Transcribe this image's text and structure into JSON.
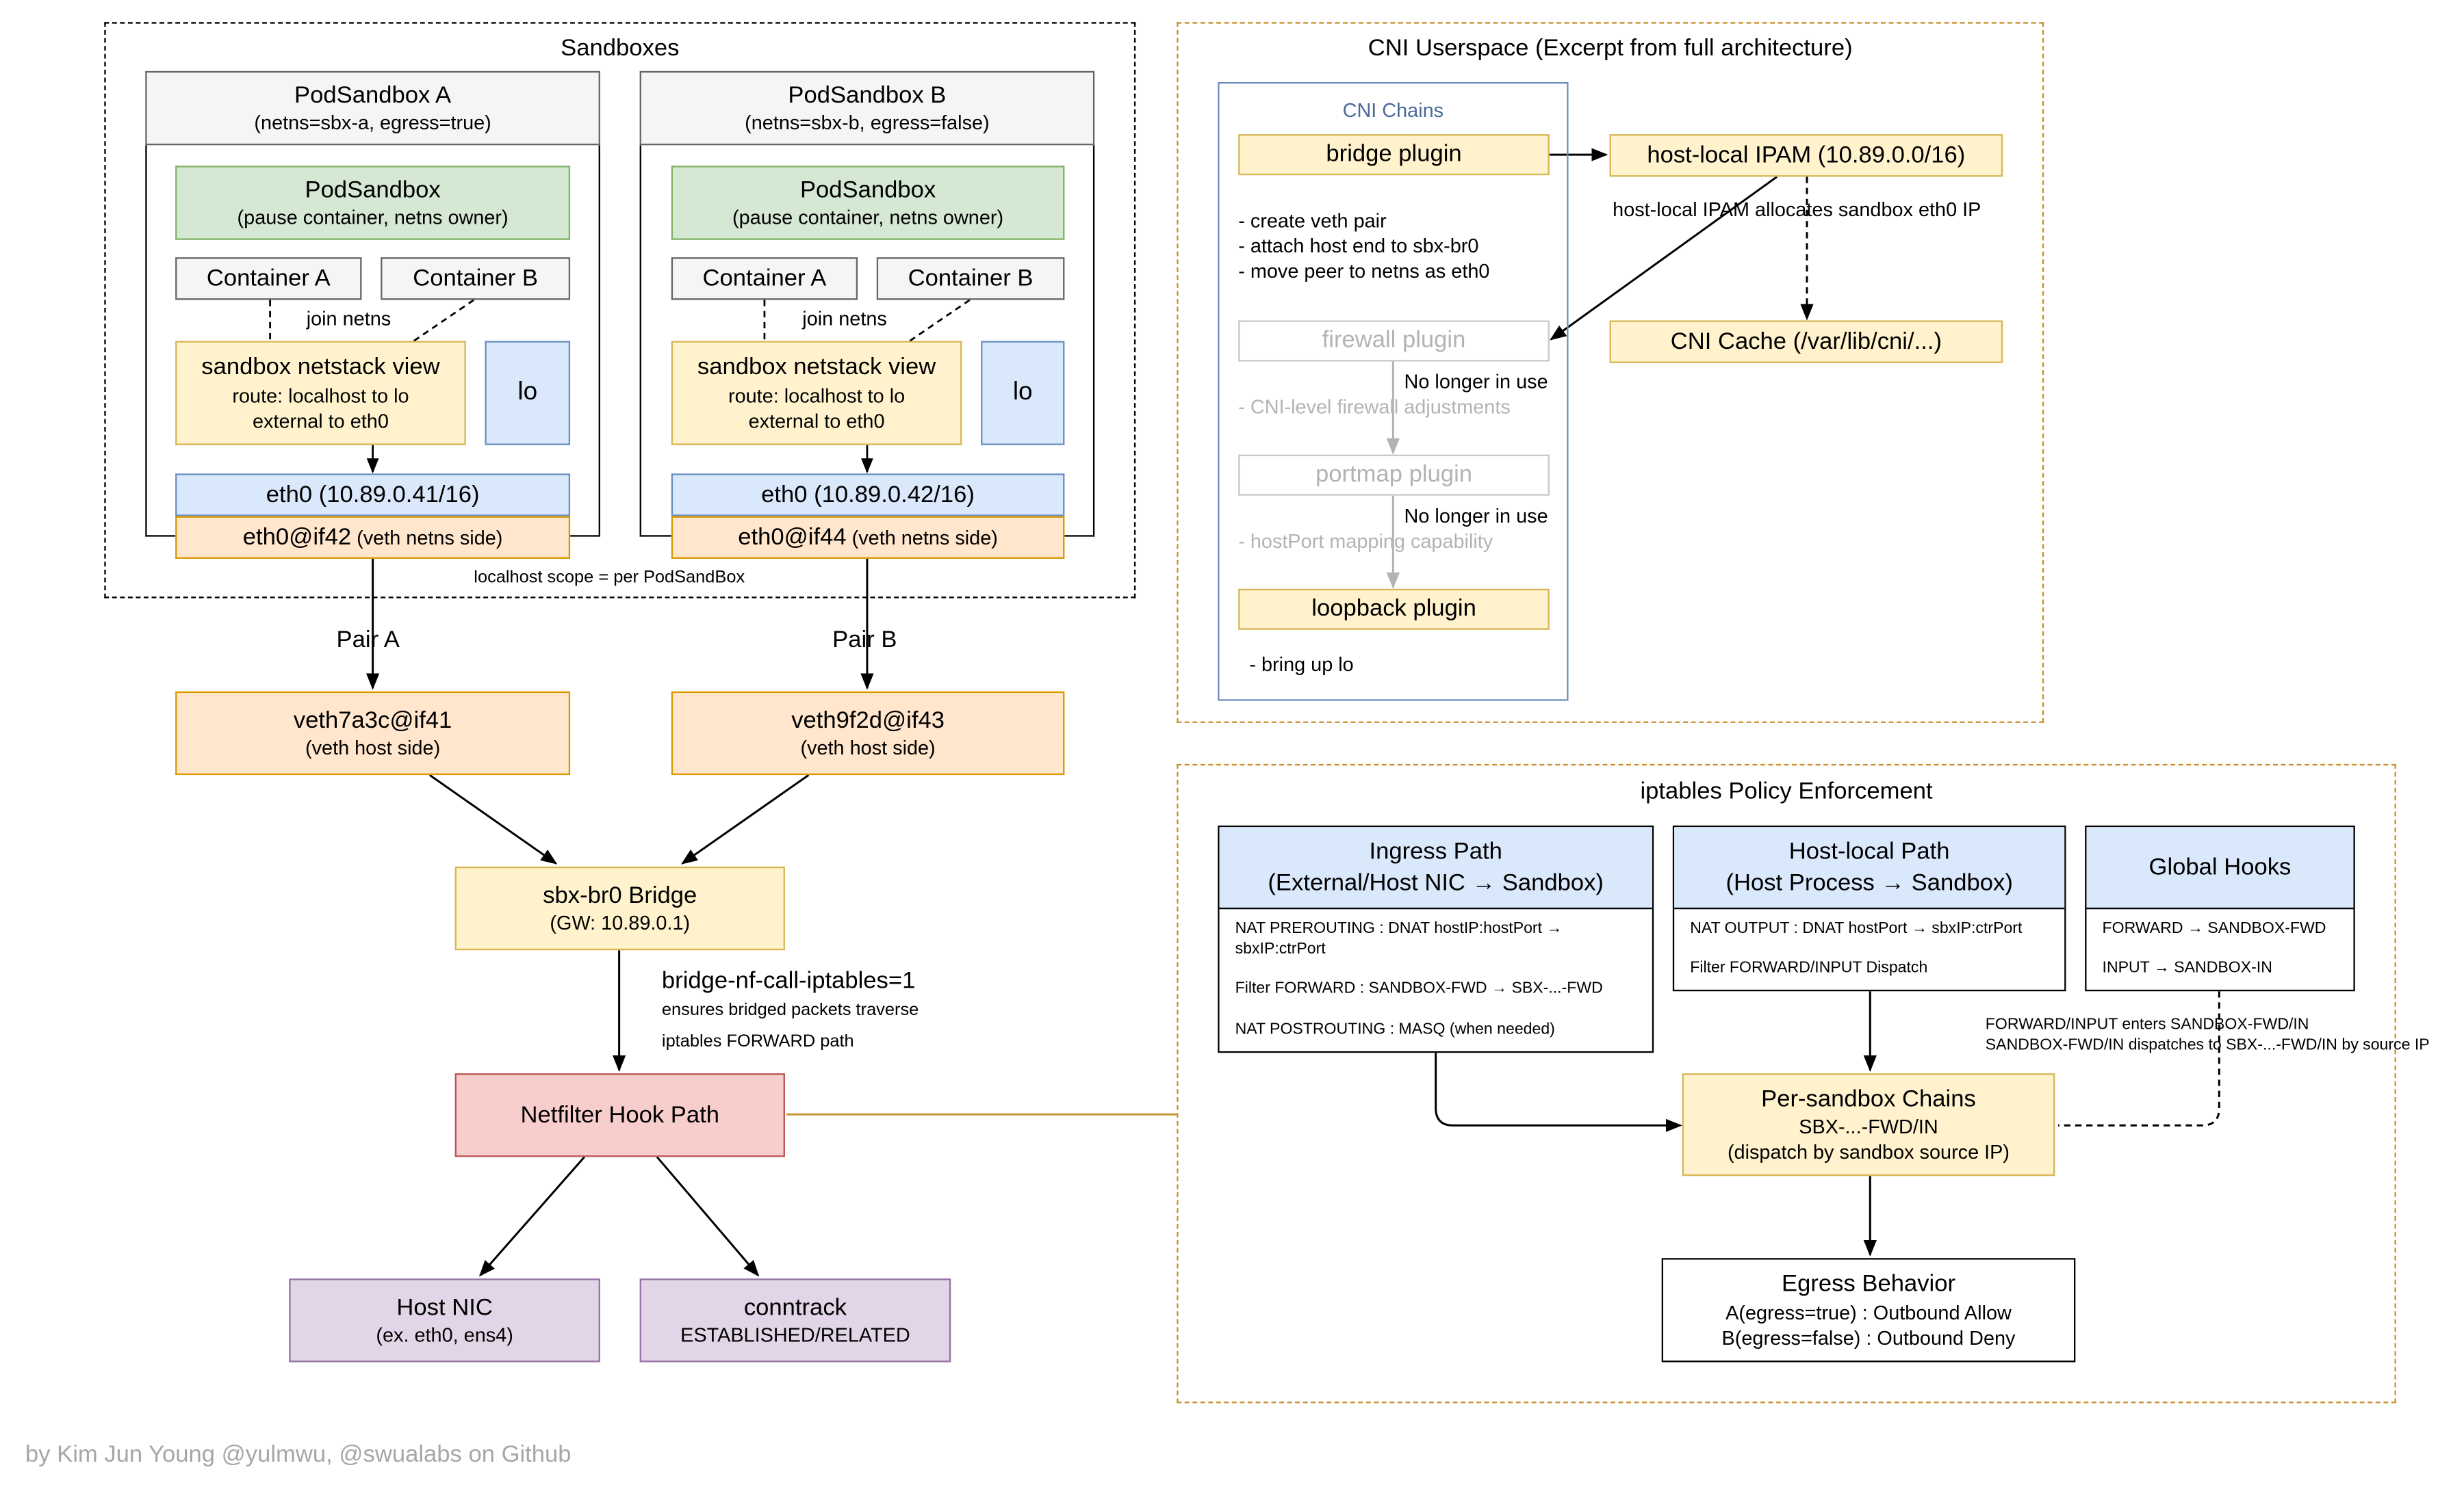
{
  "sandboxes": {
    "title": "Sandboxes",
    "note": "localhost scope = per PodSandBox",
    "a": {
      "header": "PodSandbox A",
      "header_sub": "(netns=sbx-a, egress=true)",
      "pause_title": "PodSandbox",
      "pause_sub": "(pause container, netns owner)",
      "container_a": "Container A",
      "container_b": "Container B",
      "join": "join netns",
      "netstack_title": "sandbox netstack view",
      "netstack_l1": "route: localhost to lo",
      "netstack_l2": "external to eth0",
      "lo": "lo",
      "eth0": "eth0 (10.89.0.41/16)",
      "veth_name": "eth0@if42",
      "veth_note": " (veth netns side)"
    },
    "b": {
      "header": "PodSandbox B",
      "header_sub": "(netns=sbx-b, egress=false)",
      "pause_title": "PodSandbox",
      "pause_sub": "(pause container, netns owner)",
      "container_a": "Container A",
      "container_b": "Container B",
      "join": "join netns",
      "netstack_title": "sandbox netstack view",
      "netstack_l1": "route: localhost to lo",
      "netstack_l2": "external to eth0",
      "lo": "lo",
      "eth0": "eth0 (10.89.0.42/16)",
      "veth_name": "eth0@if44",
      "veth_note": " (veth netns side)"
    }
  },
  "host_net": {
    "pair_a": "Pair A",
    "pair_b": "Pair B",
    "veth_a_title": "veth7a3c@if41",
    "veth_a_sub": "(veth host side)",
    "veth_b_title": "veth9f2d@if43",
    "veth_b_sub": "(veth host side)",
    "bridge_title": "sbx-br0 Bridge",
    "bridge_sub": "(GW: 10.89.0.1)",
    "bridge_note_title": "bridge-nf-call-iptables=1",
    "bridge_note_l1": "ensures bridged packets traverse",
    "bridge_note_l2": "iptables FORWARD path",
    "netfilter": "Netfilter Hook Path",
    "hostnic_title": "Host NIC",
    "hostnic_sub": "(ex. eth0, ens4)",
    "conntrack_title": "conntrack",
    "conntrack_sub": "ESTABLISHED/RELATED"
  },
  "cni": {
    "title": "CNI Userspace (Excerpt from full architecture)",
    "chains_label": "CNI Chains",
    "bridge_plugin": "bridge plugin",
    "bridge_desc": [
      "- create veth pair",
      "- attach host end to sbx-br0",
      "- move peer to netns as eth0"
    ],
    "ipam": "host-local IPAM (10.89.0.0/16)",
    "ipam_note": "host-local IPAM allocates sandbox eth0 IP",
    "cache": "CNI Cache (/var/lib/cni/...)",
    "firewall_plugin": "firewall plugin",
    "firewall_desc": "- CNI-level firewall adjustments",
    "portmap_plugin": "portmap plugin",
    "portmap_desc": "- hostPort mapping capability",
    "no_longer_1": "No longer in use",
    "no_longer_2": "No longer in use",
    "loopback_plugin": "loopback plugin",
    "loopback_desc": "- bring up lo"
  },
  "iptables": {
    "title": "iptables Policy Enforcement",
    "ingress_title_l1": "Ingress Path",
    "ingress_title_l2": "(External/Host NIC → Sandbox)",
    "ingress_rules": [
      "NAT PREROUTING : DNAT hostIP:hostPort → sbxIP:ctrPort",
      "Filter FORWARD : SANDBOX-FWD → SBX-...-FWD",
      "NAT POSTROUTING : MASQ (when needed)"
    ],
    "hostlocal_title_l1": "Host-local Path",
    "hostlocal_title_l2": "(Host Process → Sandbox)",
    "hostlocal_rules": [
      "NAT OUTPUT : DNAT hostPort → sbxIP:ctrPort",
      "Filter FORWARD/INPUT Dispatch"
    ],
    "global_title": "Global Hooks",
    "global_rules": [
      "FORWARD → SANDBOX-FWD",
      "INPUT → SANDBOX-IN"
    ],
    "global_note_l1": "FORWARD/INPUT enters SANDBOX-FWD/IN",
    "global_note_l2": "SANDBOX-FWD/IN dispatches to SBX-...-FWD/IN by source IP",
    "persandbox_title": "Per-sandbox Chains",
    "persandbox_l1": "SBX-...-FWD/IN",
    "persandbox_l2": "(dispatch by sandbox source IP)",
    "egress_title": "Egress Behavior",
    "egress_l1": "A(egress=true) : Outbound Allow",
    "egress_l2": "B(egress=false) : Outbound Deny"
  },
  "footer": "by Kim Jun Young @yulmwu, @swualabs on Github"
}
